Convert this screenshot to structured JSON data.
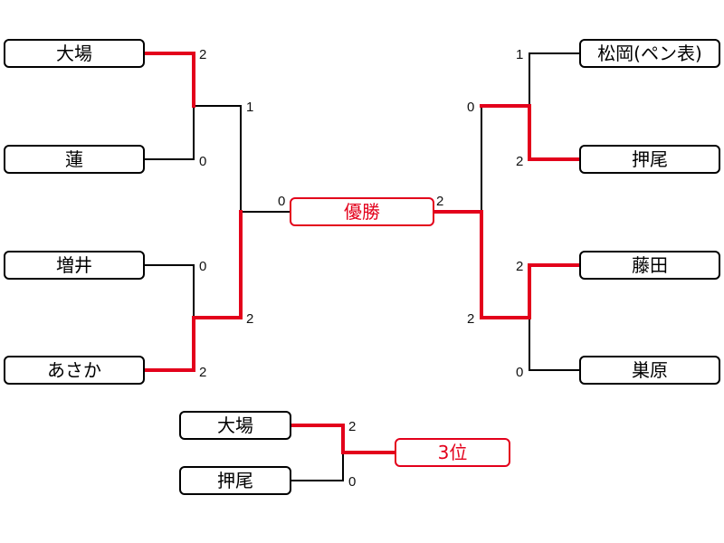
{
  "colors": {
    "winner_line": "#e3001b",
    "loser_line": "#000000",
    "box_border": "#000000",
    "highlight_box": "#e3001b"
  },
  "players": {
    "left_1": "大場",
    "left_2": "蓮",
    "left_3": "増井",
    "left_4": "あさか",
    "right_1": "松岡(ペン表)",
    "right_2": "押尾",
    "right_3": "藤田",
    "right_4": "巣原",
    "third_1": "大場",
    "third_2": "押尾"
  },
  "results": {
    "champion": "優勝",
    "third_place": "3位"
  },
  "scores": {
    "r1_left_top_1": "2",
    "r1_left_top_2": "0",
    "r1_left_bottom_1": "0",
    "r1_left_bottom_2": "2",
    "sf_left_top": "1",
    "sf_left_bottom": "2",
    "final_left": "0",
    "final_right": "2",
    "sf_right_top": "0",
    "sf_right_bottom": "2",
    "r1_right_top_1": "1",
    "r1_right_top_2": "2",
    "r1_right_bottom_1": "2",
    "r1_right_bottom_2": "0",
    "third_1": "2",
    "third_2": "0"
  }
}
